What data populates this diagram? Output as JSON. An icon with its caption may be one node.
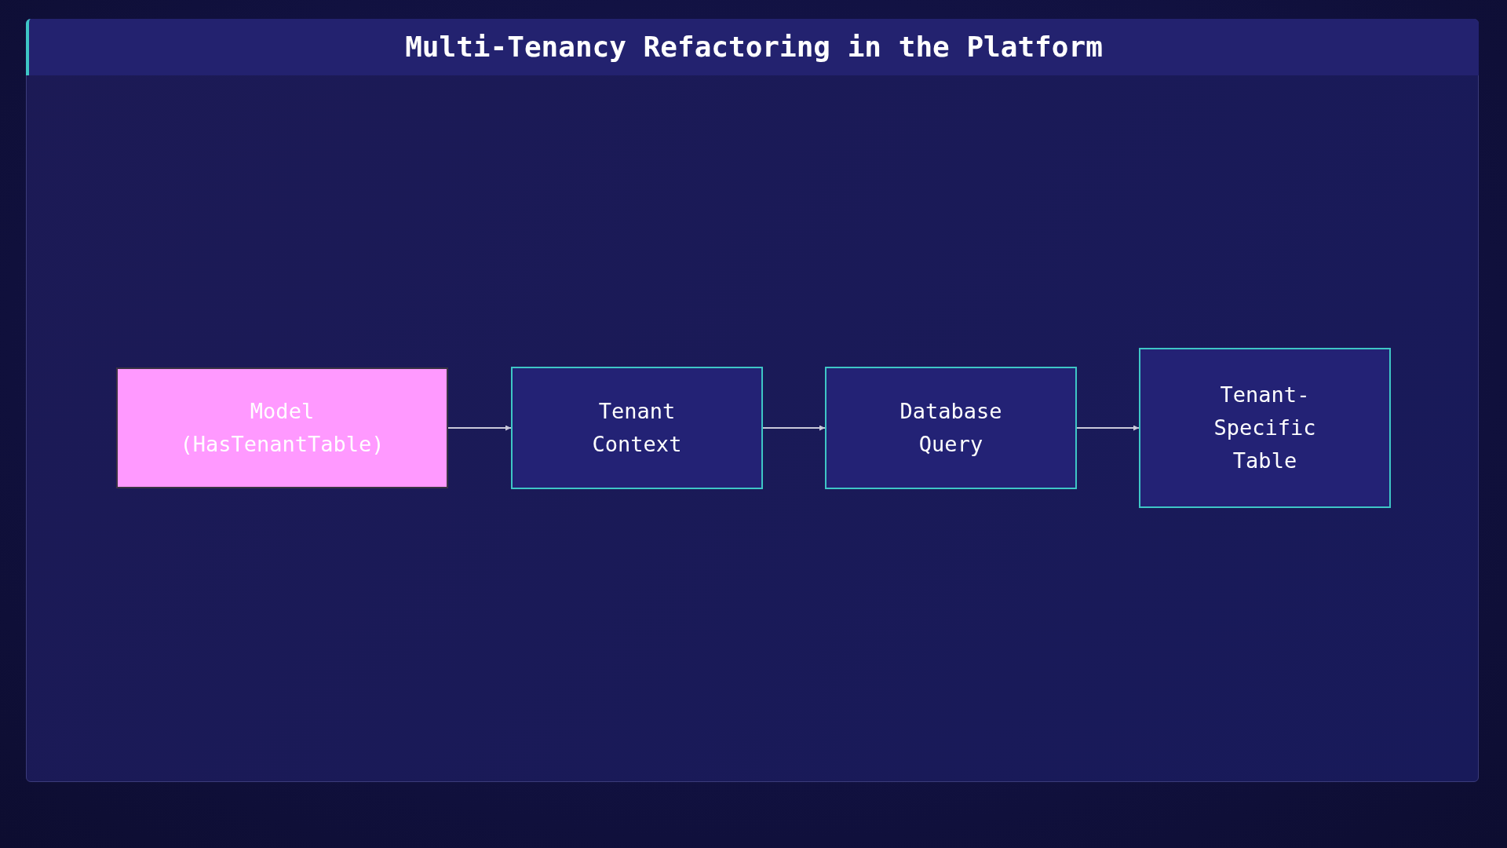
{
  "diagram": {
    "title": "Multi-Tenancy Refactoring in the Platform",
    "nodes": [
      {
        "text": [
          "Model (HasTenantTable)"
        ]
      },
      {
        "text": [
          "Tenant Context"
        ]
      },
      {
        "text": [
          "Database Query"
        ]
      },
      {
        "text": [
          "Tenant-Specific Table"
        ]
      }
    ],
    "edges": [
      {
        "from": 0,
        "to": 1,
        "arrow": "to"
      },
      {
        "from": 1,
        "to": 2,
        "arrow": "to"
      },
      {
        "from": 2,
        "to": 3,
        "arrow": "to"
      }
    ]
  }
}
